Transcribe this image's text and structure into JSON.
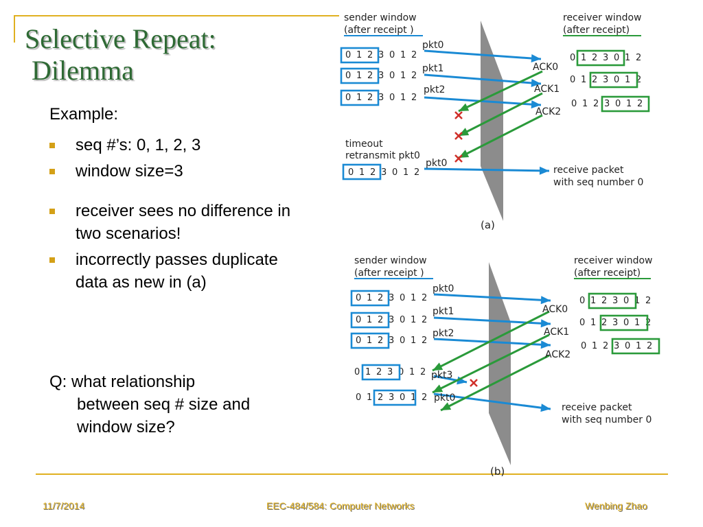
{
  "slide": {
    "title_line1": "Selective Repeat:",
    "title_line2": "Dilemma",
    "example_heading": "Example:",
    "bullets": [
      "seq #’s: 0, 1, 2, 3",
      "window size=3",
      "receiver sees no difference in two scenarios!",
      "incorrectly passes duplicate data as new in (a)"
    ],
    "question_line1": "Q: what relationship",
    "question_line2": "between seq # size and",
    "question_line3": "window size?"
  },
  "footer": {
    "date": "11/7/2014",
    "course": "EEC-484/584: Computer Networks",
    "author": "Wenbing Zhao"
  },
  "colors": {
    "title": "#2e6a34",
    "accent": "#e0b020",
    "bullet": "#d4a017",
    "packet_arrow": "#1a8ad4",
    "ack_arrow": "#2a9a3a",
    "loss": "#d0302a",
    "sender_box": "#1a8ad4",
    "receiver_box": "#2a9a3a",
    "channel": "#8c8c8c"
  },
  "diagram_a": {
    "caption": "(a)",
    "sender_header_1": "sender window",
    "sender_header_2": "(after receipt )",
    "receiver_header_1": "receiver window",
    "receiver_header_2": "(after receipt)",
    "sender_rows": [
      "0 1 2 3 0 1 2",
      "0 1 2 3 0 1 2",
      "0 1 2 3 0 1 2",
      "0 1 2 3 0 1 2"
    ],
    "receiver_rows": [
      "0 1 2 3 0 1 2",
      "0 1 2 3 0 1 2",
      "0 1 2 3 0 1 2"
    ],
    "packets": [
      "pkt0",
      "pkt1",
      "pkt2",
      "pkt0"
    ],
    "acks": [
      "ACK0",
      "ACK1",
      "ACK2"
    ],
    "timeout_1": "timeout",
    "timeout_2": "retransmit pkt0",
    "receive_1": "receive packet",
    "receive_2": "with seq number 0",
    "loss_mark": "x"
  },
  "diagram_b": {
    "caption": "(b)",
    "sender_header_1": "sender window",
    "sender_header_2": "(after receipt )",
    "receiver_header_1": "receiver window",
    "receiver_header_2": "(after receipt)",
    "sender_rows": [
      "0 1 2 3 0 1 2",
      "0 1 2 3 0 1 2",
      "0 1 2 3 0 1 2",
      "0 1 2 3 0 1 2",
      "0 1 2 3 0 1 2"
    ],
    "receiver_rows": [
      "0 1 2 3 0 1 2",
      "0 1 2 3 0 1 2",
      "0 1 2 3 0 1 2"
    ],
    "packets": [
      "pkt0",
      "pkt1",
      "pkt2",
      "pkt3",
      "pkt0"
    ],
    "acks": [
      "ACK0",
      "ACK1",
      "ACK2"
    ],
    "receive_1": "receive packet",
    "receive_2": "with seq number 0",
    "loss_mark": "x"
  }
}
